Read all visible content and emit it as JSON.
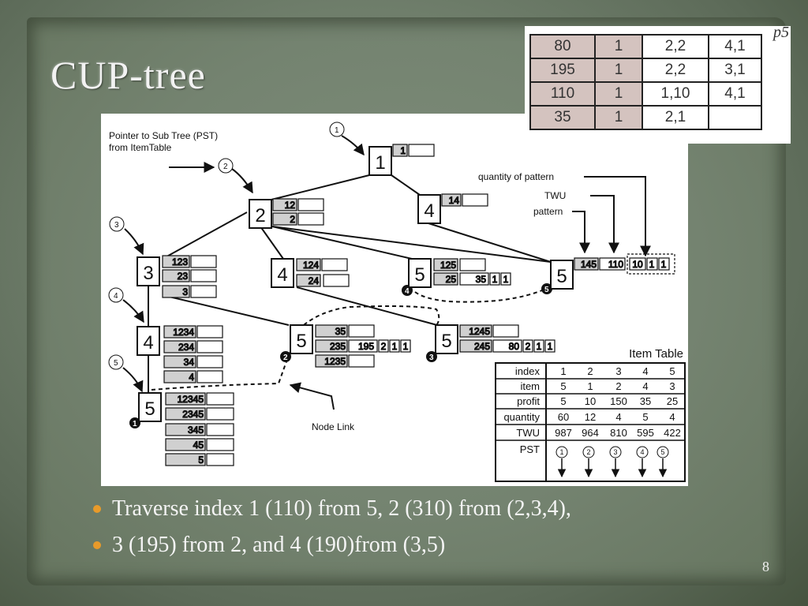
{
  "slide": {
    "title": "CUP-tree",
    "page_number": "8",
    "bullets": [
      "Traverse index 1 (110) from 5, 2 (310) from (2,3,4),",
      "3 (195) from 2, and 4 (190)from (3,5)"
    ],
    "colors": {
      "bullet": "#e89a2a",
      "cell_fill": "#d0d0d0",
      "p5_fill": "#d4c3bf"
    }
  },
  "p5_table": {
    "label": "p5",
    "rows": [
      [
        "80",
        "1",
        "2,2",
        "4,1"
      ],
      [
        "195",
        "1",
        "2,2",
        "3,1"
      ],
      [
        "110",
        "1",
        "1,10",
        "4,1"
      ],
      [
        "35",
        "1",
        "2,1",
        ""
      ]
    ]
  },
  "diagram": {
    "labels": {
      "pst": "Pointer to Sub Tree (PST)",
      "pst2": "from ItemTable",
      "quantity": "quantity of pattern",
      "twu": "TWU",
      "pattern": "pattern",
      "node_link": "Node Link"
    },
    "circled": [
      "1",
      "2",
      "3",
      "4",
      "5"
    ],
    "nodes": {
      "n1": "1",
      "n2": "2",
      "n4a": "4",
      "n3": "3",
      "n4b": "4",
      "n5a": "5",
      "n5b": "5",
      "n4c": "4",
      "n5c": "5",
      "n5d": "5",
      "n5e": "5"
    },
    "cells": {
      "n1": [
        "1"
      ],
      "n2": [
        "12",
        "2"
      ],
      "n4a": [
        "14"
      ],
      "n3": [
        "123",
        "23",
        "3"
      ],
      "n4b": [
        "124",
        "24"
      ],
      "n5a": [
        "125",
        "25"
      ],
      "n5a_vals": [
        "35",
        "1",
        "1"
      ],
      "n5b": [
        "145",
        "110"
      ],
      "n5b_vals": [
        "10",
        "1",
        "1"
      ],
      "n4c": [
        "1234",
        "234",
        "34",
        "4"
      ],
      "n5c": [
        "35",
        "235",
        "1235"
      ],
      "n5c_vals": [
        "195",
        "2",
        "1",
        "1"
      ],
      "n5d": [
        "1245",
        "245"
      ],
      "n5d_vals": [
        "80",
        "2",
        "1",
        "1"
      ],
      "n5e": [
        "12345",
        "2345",
        "345",
        "45",
        "5"
      ]
    },
    "item_table": {
      "title": "Item Table",
      "rows": [
        {
          "label": "index",
          "values": [
            "1",
            "2",
            "3",
            "4",
            "5"
          ]
        },
        {
          "label": "item",
          "values": [
            "5",
            "1",
            "2",
            "4",
            "3"
          ]
        },
        {
          "label": "profit",
          "values": [
            "5",
            "10",
            "150",
            "35",
            "25"
          ]
        },
        {
          "label": "quantity",
          "values": [
            "60",
            "12",
            "4",
            "5",
            "4"
          ]
        },
        {
          "label": "TWU",
          "values": [
            "987",
            "964",
            "810",
            "595",
            "422"
          ]
        },
        {
          "label": "PST",
          "values": [
            "1",
            "2",
            "3",
            "4",
            "5"
          ]
        }
      ]
    }
  }
}
